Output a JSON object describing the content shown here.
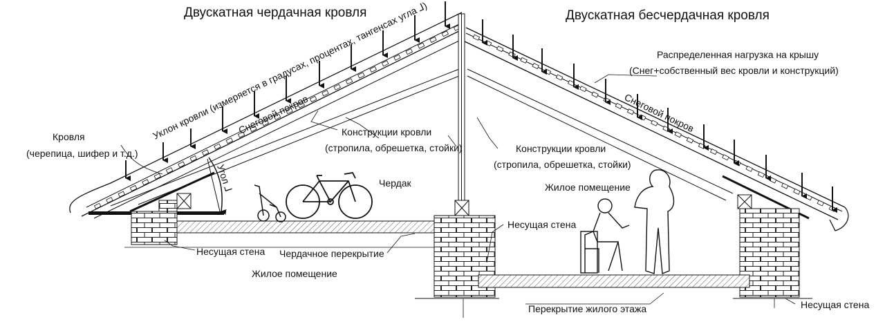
{
  "titles": {
    "left": "Двускатная чердачная кровля",
    "right": "Двускатная бесчердачная кровля"
  },
  "left_labels": {
    "slope": "Уклон кровли (измеряется в градусах, процентах, тангенсах угла ⅃)",
    "snow": "Снеговой покров",
    "roofing_1": "Кровля",
    "roofing_2": "(черепица, шифер и т.д.)",
    "structures_1": "Конструкции кровли",
    "structures_2": "(стропила, обрешетка, стойки)",
    "attic": "Чердак",
    "angle": "Угол ⅃",
    "bearing_wall": "Несущая стена",
    "attic_floor": "Чердачное перекрытие",
    "living_space": "Жилое помещение"
  },
  "right_labels": {
    "load_1": "Распределенная нагрузка на крышу",
    "load_2": "(Снег+собственный вес кровли и конструкций)",
    "snow": "Снеговой покров",
    "structures_1": "Конструкции кровли",
    "structures_2": "(стропила, обрешетка, стойки)",
    "living_space": "Жилое помещение",
    "bearing_wall_center": "Несущая стена",
    "floor": "Перекрытие жилого этажа",
    "bearing_wall_right": "Несущая стена"
  }
}
